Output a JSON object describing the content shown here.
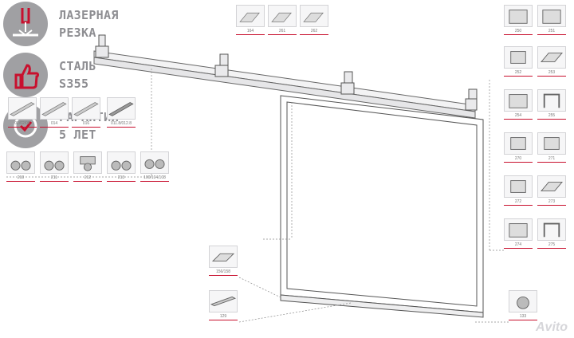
{
  "features": [
    {
      "line1": "ЛАЗЕРНАЯ",
      "line2": "РЕЗКА",
      "icon": "laser-cut-icon"
    },
    {
      "line1": "СТАЛЬ",
      "line2": "S355",
      "icon": "thumbs-up-icon"
    },
    {
      "line1": "ГАРАНТИЯ",
      "line2": "5 ЛЕТ",
      "icon": "warranty-seal-icon"
    }
  ],
  "brackets": [
    "164",
    "261",
    "262"
  ],
  "profiles": [
    "01/02/05",
    "014",
    "016",
    "011.8/012.8"
  ],
  "rollers": [
    "210",
    "211",
    "212",
    "213",
    "100/104/108"
  ],
  "side_top": [
    "250",
    "251"
  ],
  "side_parts": [
    "252",
    "253",
    "254",
    "255",
    "270",
    "271",
    "272",
    "273",
    "274",
    "275"
  ],
  "lower_parts": [
    "156/158",
    "129"
  ],
  "bottom_parts": [
    "133"
  ],
  "watermark": "Avito",
  "colors": {
    "accent": "#c8102e",
    "badge": "#a0a0a3",
    "text": "#8e8e92",
    "line": "#555555"
  }
}
